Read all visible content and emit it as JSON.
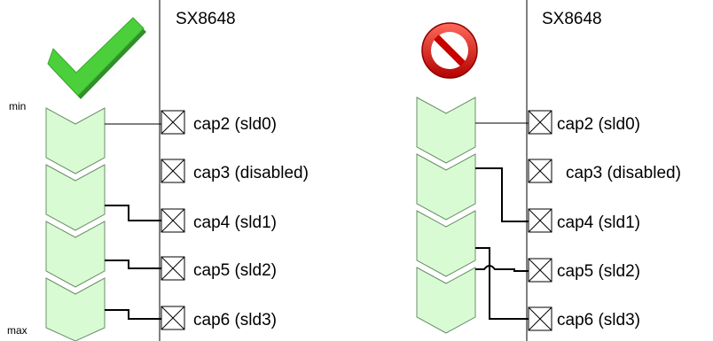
{
  "panels": [
    {
      "id": "good",
      "status_icon": "green-checkmark-icon",
      "chip_label": "SX8648",
      "axis_min": "min",
      "axis_max": "max",
      "pins": [
        {
          "label": "cap2 (sld0)"
        },
        {
          "label": "cap3 (disabled)"
        },
        {
          "label": "cap4 (sld1)"
        },
        {
          "label": "cap5 (sld2)"
        },
        {
          "label": "cap6 (sld3)"
        }
      ]
    },
    {
      "id": "bad",
      "status_icon": "red-prohibited-icon",
      "chip_label": "SX8648",
      "pins": [
        {
          "label": "cap2 (sld0)"
        },
        {
          "label": "cap3 (disabled)"
        },
        {
          "label": "cap4 (sld1)"
        },
        {
          "label": "cap5 (sld2)"
        },
        {
          "label": "cap6 (sld3)"
        }
      ]
    }
  ],
  "colors": {
    "chevron_fill": "#d9fbd3",
    "check_green": "#4bd03c",
    "prohibit_red": "#cc1111"
  }
}
